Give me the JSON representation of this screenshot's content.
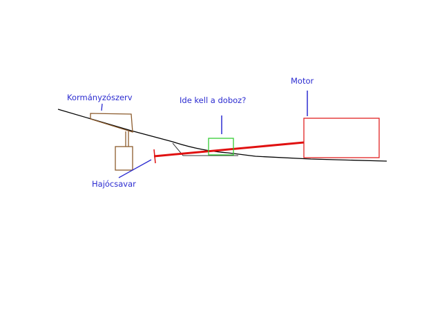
{
  "labels": {
    "steering": "Kormányzószerv",
    "box_question": "Ide kell a doboz?",
    "motor": "Motor",
    "propeller": "Hajócsavar"
  },
  "colors": {
    "label": "#2a2ad0",
    "hull": "#000000",
    "steering": "#8b5a2b",
    "shaft": "#e01010",
    "motor": "#e02020",
    "box": "#33cc33"
  }
}
